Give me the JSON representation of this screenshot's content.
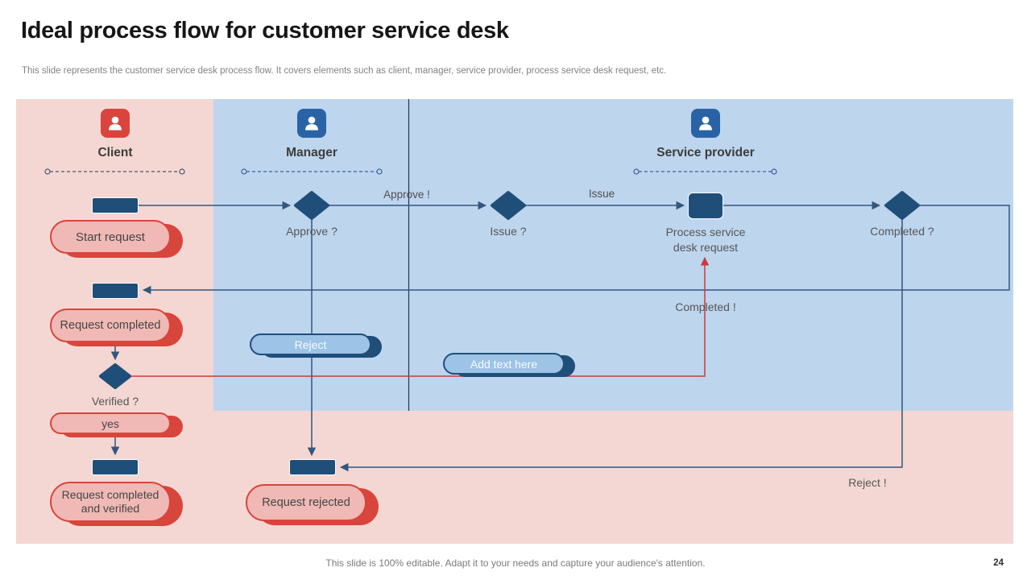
{
  "slide": {
    "title": "Ideal process flow for customer service desk",
    "subtitle": "This slide represents the customer service desk process flow. It covers elements such as client, manager, service provider, process service desk request, etc.",
    "footer_note": "This slide is 100% editable. Adapt it to your needs and capture your audience's attention.",
    "page_number": "24"
  },
  "lanes": {
    "client": {
      "label": "Client"
    },
    "manager": {
      "label": "Manager"
    },
    "service_provider": {
      "label": "Service provider"
    }
  },
  "flow": {
    "pills": {
      "start_request": "Start request",
      "request_completed": "Request completed",
      "yes": "yes",
      "request_completed_verified": "Request completed and verified",
      "request_rejected": "Request rejected",
      "reject": "Reject",
      "add_text": "Add text here"
    },
    "labels": {
      "approve_q": "Approve ?",
      "approve_excl": "Approve !",
      "issue_q": "Issue ?",
      "issue": "Issue",
      "process_node": "Process service desk request",
      "completed_q": "Completed ?",
      "completed_excl": "Completed !",
      "verified_q": "Verified ?",
      "reject_excl": "Reject !"
    },
    "icons": {
      "client": "person-icon",
      "manager": "person-icon",
      "service_provider": "person-icon"
    }
  },
  "colors": {
    "lane_pink": "#f4d7d3",
    "lane_blue": "#bed5ee",
    "node_navy": "#1f4e79",
    "pill_red_border": "#d8453c",
    "pill_pink_fill": "#f0b9b5",
    "pill_blue_fill": "#9dc3e6",
    "icon_red": "#d9453c",
    "icon_blue": "#2a63a5",
    "connector_navy": "#32567e",
    "connector_red": "#cc3b3b",
    "label_gray": "#565656"
  }
}
